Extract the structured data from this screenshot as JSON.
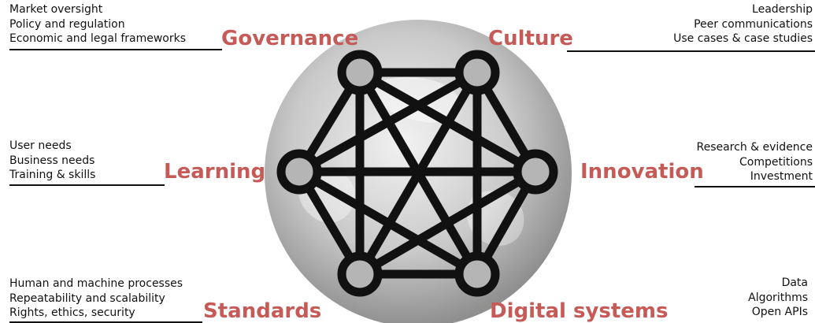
{
  "groups": {
    "governance": {
      "heading": "Governance",
      "items": [
        "Market oversight",
        "Policy and regulation",
        "Economic and legal frameworks"
      ]
    },
    "culture": {
      "heading": "Culture",
      "items": [
        "Leadership",
        "Peer communications",
        "Use cases & case studies"
      ]
    },
    "learning": {
      "heading": "Learning",
      "items": [
        "User needs",
        "Business needs",
        "Training & skills"
      ]
    },
    "innovation": {
      "heading": "Innovation",
      "items": [
        "Research & evidence",
        "Competitions",
        "Investment"
      ]
    },
    "standards": {
      "heading": "Standards",
      "items": [
        "Human and machine processes",
        "Repeatability and scalability",
        "Rights, ethics, security"
      ]
    },
    "digital_systems": {
      "heading": "Digital systems",
      "items": [
        "Data",
        "Algorithms",
        "Open APIs"
      ]
    }
  },
  "colors": {
    "heading": "#c55a57",
    "network": "#111111",
    "globe": "#b8b8b8"
  }
}
